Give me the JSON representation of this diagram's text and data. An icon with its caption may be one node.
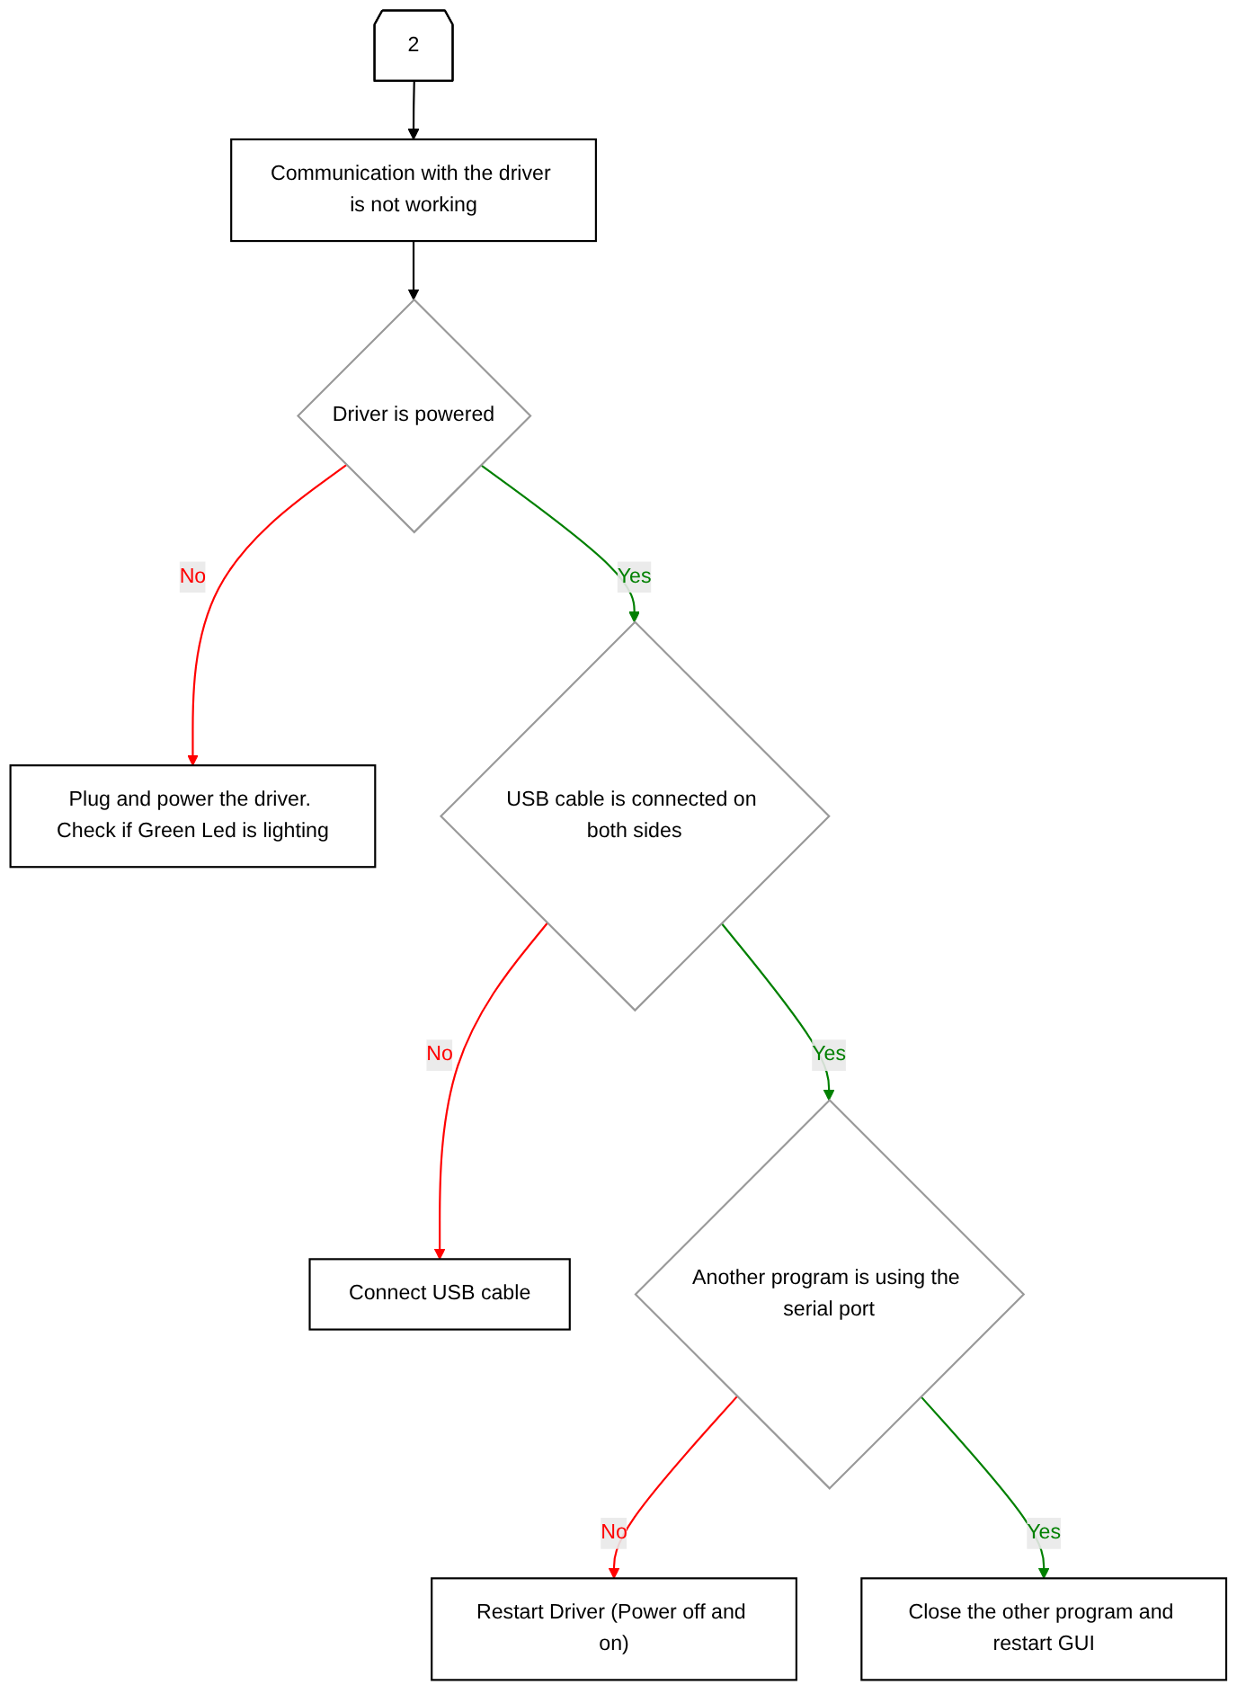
{
  "diagram": {
    "nodes": [
      {
        "text": [
          "2"
        ]
      },
      {
        "text": [
          "Communication with the driver is not working"
        ]
      },
      {
        "text": [
          "Driver is powered"
        ]
      },
      {
        "text": [
          "Plug and power the driver. Check if Green Led is lighting"
        ]
      },
      {
        "text": [
          "USB cable is connected on both sides"
        ]
      },
      {
        "text": [
          "Connect USB cable"
        ]
      },
      {
        "text": [
          "Another program is using the serial port"
        ]
      },
      {
        "text": [
          "Restart Driver (Power off and on)"
        ]
      },
      {
        "text": [
          "Close the other program and restart GUI"
        ]
      }
    ],
    "edges": [
      {
        "from": 0,
        "to": 1,
        "arrow": "to",
        "color": "#000000"
      },
      {
        "from": 1,
        "to": 2,
        "arrow": "to",
        "color": "#000000"
      },
      {
        "from": 2,
        "to": 3,
        "arrow": "to",
        "label": "No",
        "color": "#ff0000"
      },
      {
        "from": 2,
        "to": 4,
        "arrow": "to",
        "label": "Yes",
        "color": "#008000"
      },
      {
        "from": 4,
        "to": 5,
        "arrow": "to",
        "label": "No",
        "color": "#ff0000"
      },
      {
        "from": 4,
        "to": 6,
        "arrow": "to",
        "label": "Yes",
        "color": "#008000"
      },
      {
        "from": 6,
        "to": 7,
        "arrow": "to",
        "label": "No",
        "color": "#ff0000"
      },
      {
        "from": 6,
        "to": 8,
        "arrow": "to",
        "label": "Yes",
        "color": "#008000"
      }
    ]
  }
}
